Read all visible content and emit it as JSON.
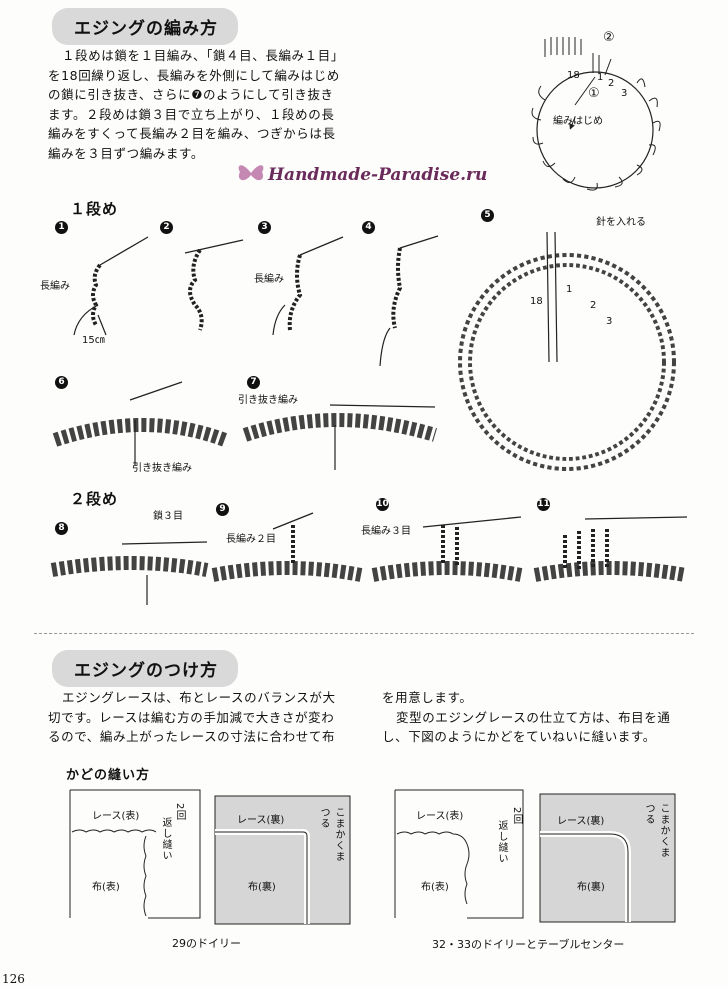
{
  "section1": {
    "heading": "エジングの編み方",
    "paragraph_lines": [
      "１段めは鎖を１目編み、「鎖４目、長編み１目」",
      "を18回繰り返し、長編みを外側にして編みはじめ",
      "の鎖に引き抜き、さらに❼のようにして引き抜き",
      "ます。２段めは鎖３目で立ち上がり、１段めの長",
      "編みをすくって長編み２目を編み、つぎからは長",
      "編みを３目ずつ編みます。"
    ],
    "diagram": {
      "marker2": "②",
      "marker1": "①",
      "n18": "18",
      "n1": "1",
      "n2": "2",
      "n3": "3",
      "start_label": "編みはじめ"
    }
  },
  "watermark": "Handmade-Paradise.ru",
  "round1": {
    "title": "１段め",
    "steps": {
      "s1": {
        "num": "1",
        "label_dc": "長編み",
        "length": "15㎝"
      },
      "s2": {
        "num": "2"
      },
      "s3": {
        "num": "3",
        "label_dc": "長編み"
      },
      "s4": {
        "num": "4"
      },
      "s5": {
        "num": "5",
        "label_needle": "針を入れる",
        "n18": "18",
        "n1": "1",
        "n2": "2",
        "n3": "3"
      },
      "s6": {
        "num": "6",
        "label_slip": "引き抜き編み"
      },
      "s7": {
        "num": "7",
        "label_slip": "引き抜き編み"
      }
    }
  },
  "round2": {
    "title": "２段め",
    "steps": {
      "s8": {
        "num": "8",
        "label": "鎖３目"
      },
      "s9": {
        "num": "9",
        "label": "長編み２目"
      },
      "s10": {
        "num": "10",
        "label": "長編み３目"
      },
      "s11": {
        "num": "11"
      }
    }
  },
  "section2": {
    "heading": "エジングのつけ方",
    "col1_lines": [
      "エジングレースは、布とレースのバランスが大",
      "切です。レースは編む方の手加減で大きさが変わ",
      "るので、編み上がったレースの寸法に合わせて布"
    ],
    "col2_lines": [
      "を用意します。",
      "変型のエジングレースの仕立て方は、布目を通",
      "し、下図のようにかどをていねいに縫います。"
    ],
    "subheading": "かどの縫い方",
    "fig_a": {
      "lace_front": "レース(表)",
      "two_times": "2回",
      "backstitch": "返し縫い",
      "fabric_front": "布(表)",
      "lace_back": "レース(裏)",
      "whipstitch": "こまかくまつる",
      "fabric_back": "布(裏)",
      "caption": "29のドイリー"
    },
    "fig_b": {
      "lace_front": "レース(表)",
      "two_times": "2回",
      "backstitch": "返し縫い",
      "fabric_front": "布(表)",
      "lace_back": "レース(裏)",
      "whipstitch": "こまかくまつる",
      "fabric_back": "布(裏)",
      "caption": "32・33のドイリーとテーブルセンター"
    }
  },
  "page_number": "126"
}
